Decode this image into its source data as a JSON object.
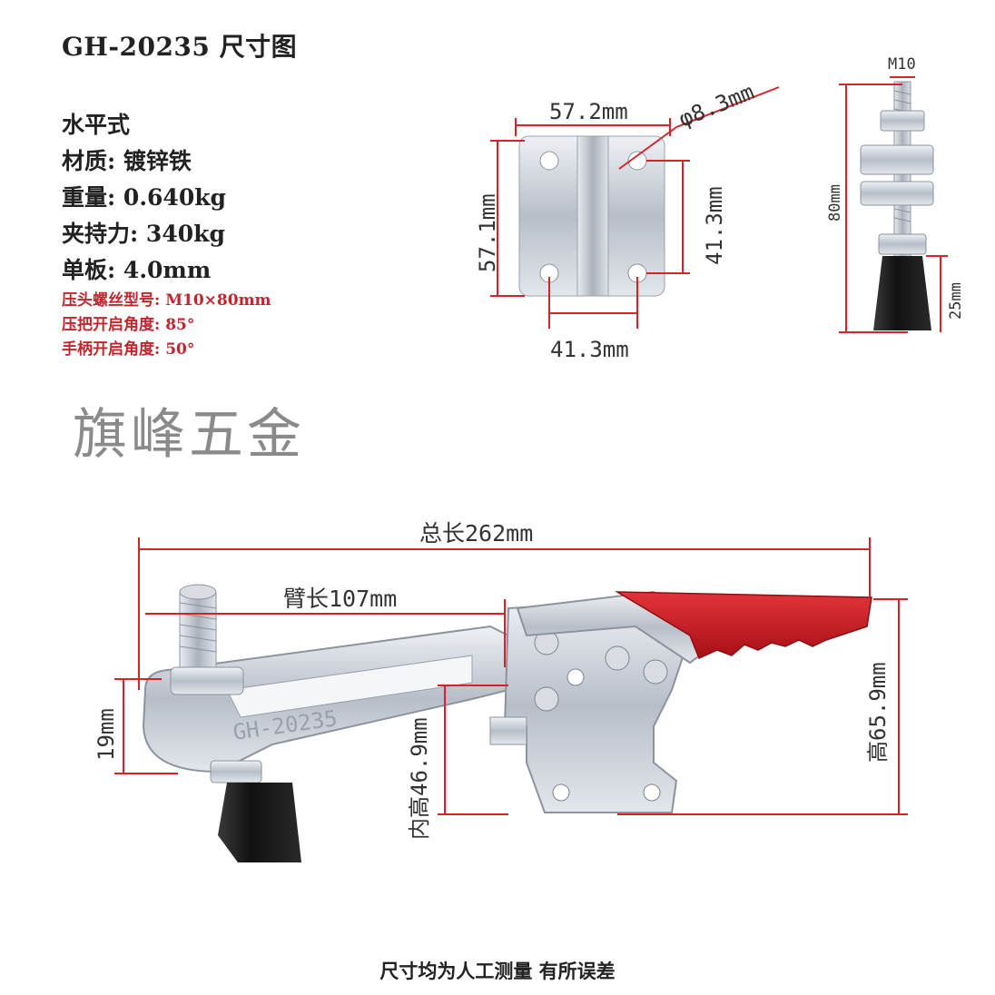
{
  "title": "GH-20235  尺寸图",
  "specs": [
    "水平式",
    "材质: 镀锌铁",
    "重量: 0.640kg",
    "夹持力: 340kg",
    "单板: 4.0mm"
  ],
  "specs_red": [
    "压头螺丝型号: M10×80mm",
    "压把开启角度: 85°",
    "手柄开启角度: 50°"
  ],
  "brand": "旗峰五金",
  "plate_dims": {
    "width_top": "57.2mm",
    "hole": "φ8.3mm",
    "height_left": "57.1mm",
    "height_right": "41.3mm",
    "width_bottom": "41.3mm"
  },
  "bolt_dims": {
    "thread": "M10",
    "length": "80mm",
    "tip": "25mm"
  },
  "clamp_dims": {
    "total_length": "总长262mm",
    "arm_length": "臂长107mm",
    "left_height": "19mm",
    "inner_height": "内高46.9mm",
    "total_height": "高65.9mm",
    "engraving": "GH-20235"
  },
  "footer": "尺寸均为人工测量  有所误差",
  "colors": {
    "dimension_line": "#d6222a",
    "handle": "#c8161d",
    "metal": "#c9ced6",
    "rubber": "#1a1a1a"
  }
}
